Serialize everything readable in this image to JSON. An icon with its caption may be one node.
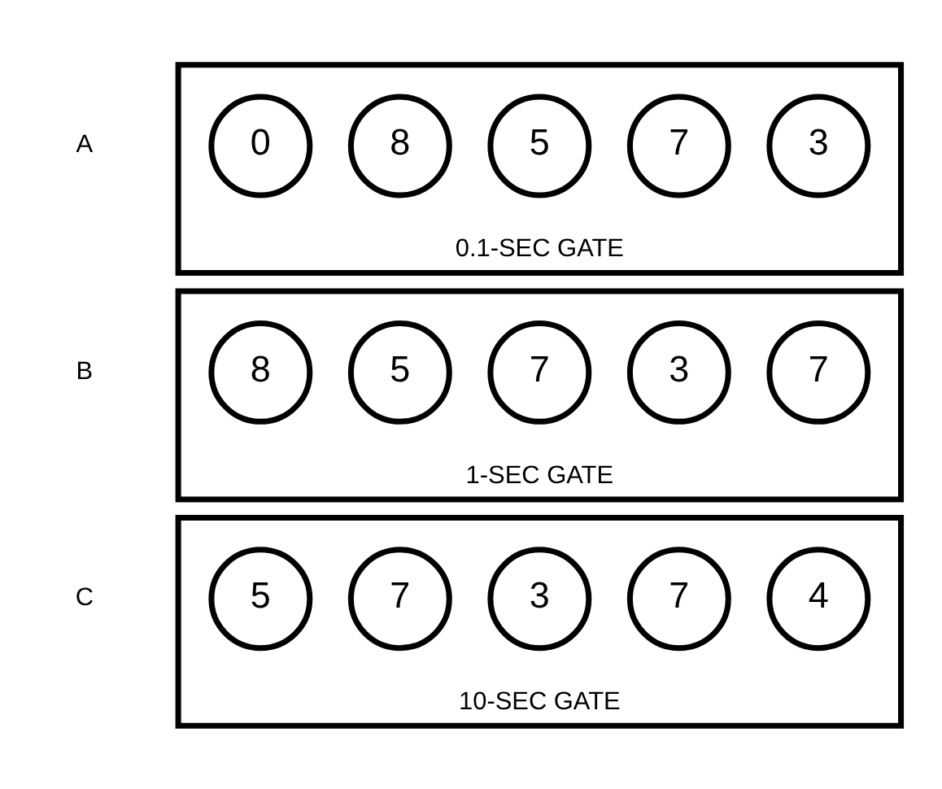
{
  "diagram": {
    "nodes": [
      {
        "text": [],
        "shape": "box",
        "beside": [
          "A",
          "0.1-SEC GATE"
        ]
      },
      {
        "text": [
          "0"
        ],
        "in": 0
      },
      {
        "text": [
          "8"
        ],
        "in": 0
      },
      {
        "text": [
          "5"
        ],
        "in": 0
      },
      {
        "text": [
          "7"
        ],
        "in": 0
      },
      {
        "text": [
          "3"
        ],
        "in": 0
      },
      {
        "text": [],
        "shape": "box",
        "beside": [
          "B",
          "1-SEC GATE"
        ]
      },
      {
        "text": [
          "8"
        ],
        "in": 6
      },
      {
        "text": [
          "5"
        ],
        "in": 6
      },
      {
        "text": [
          "7"
        ],
        "in": 6
      },
      {
        "text": [
          "3"
        ],
        "in": 6
      },
      {
        "text": [
          "7"
        ],
        "in": 6
      },
      {
        "text": [],
        "shape": "box",
        "beside": [
          "C",
          "10-SEC GATE"
        ]
      },
      {
        "text": [
          "5"
        ],
        "in": 12
      },
      {
        "text": [
          "7"
        ],
        "in": 12
      },
      {
        "text": [
          "3"
        ],
        "in": 12
      },
      {
        "text": [
          "7"
        ],
        "in": 12
      },
      {
        "text": [
          "4"
        ],
        "in": 12
      }
    ],
    "edges": []
  }
}
